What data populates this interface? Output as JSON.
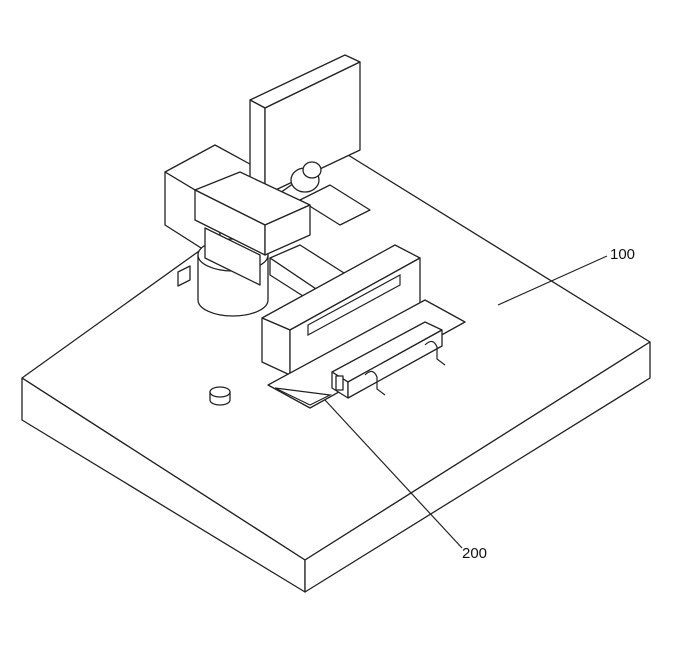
{
  "figure": {
    "labels": [
      {
        "id": "base",
        "text": "100"
      },
      {
        "id": "tray",
        "text": "200"
      }
    ]
  }
}
